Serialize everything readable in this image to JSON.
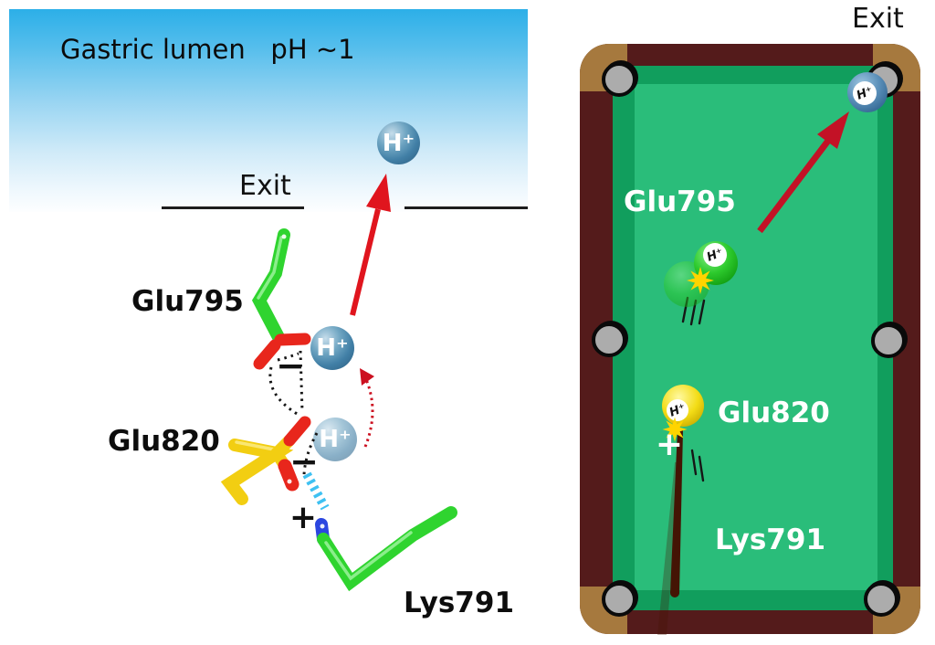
{
  "left": {
    "header": "Gastric lumen   pH ~1",
    "exit_label": "Exit",
    "glu795_label": "Glu795",
    "glu820_label": "Glu820",
    "lys791_label": "Lys791",
    "proton_top": "H⁺",
    "proton_mid": "H⁺",
    "proton_low": "H⁺",
    "minus_glu795": "−",
    "minus_glu820": "−",
    "plus_lys791": "+",
    "colors": {
      "sky_top": "#2CAFE8",
      "stick_green": "#2FD42F",
      "oxygen_red": "#E8261C",
      "stick_yellow": "#F2CE12",
      "nitrogen_blue": "#2B46E0",
      "proton_blue": "#417FA6",
      "arrow_red": "#E0151E",
      "hbond_cyan": "#3EC1F2"
    }
  },
  "right": {
    "exit_label": "Exit",
    "glu795_label": "Glu795",
    "glu820_label": "Glu820",
    "lys791_label": "Lys791",
    "proton_pocket": "H⁺",
    "proton_green": "H⁺",
    "proton_yellow": "H⁺",
    "plus_cue": "+",
    "colors": {
      "rail_maroon": "#541B1B",
      "corner_tan": "#A6793E",
      "felt_light": "#2ABD7A",
      "felt_dark": "#119E5D",
      "pocket_gray": "#ACACAC",
      "ball_green": "#2ECB2E",
      "ball_yellow": "#F3DC16",
      "ball_blue": "#5B90BA",
      "arrow_red": "#C31226",
      "cue_brown": "#441404",
      "spark_yellow": "#FFD400"
    }
  }
}
